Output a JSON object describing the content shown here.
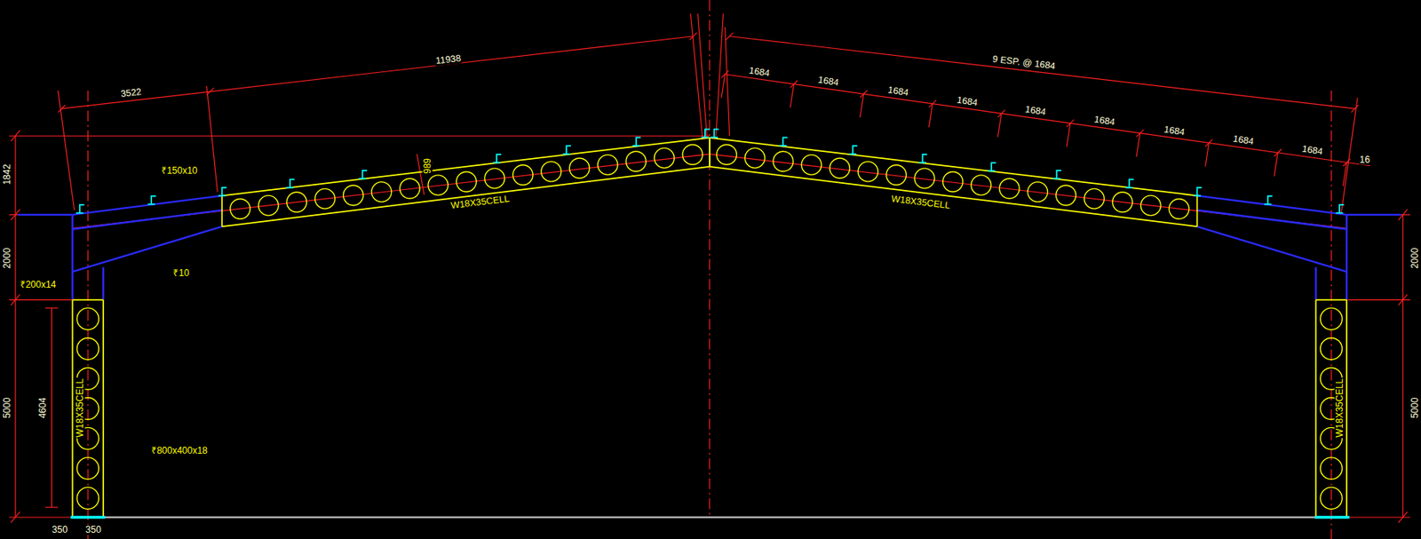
{
  "diagram": {
    "labels": [
      "11938",
      "3522",
      "1842",
      "2000",
      "5000",
      "4604",
      "W18X35CELL",
      "₹150x10",
      "₹200x14",
      "₹10",
      "₹800x400x18",
      "989",
      "W18X35CELL",
      "W18X35CELL",
      "9 ESP. @ 1684",
      "1684",
      "1684",
      "1684",
      "1684",
      "1684",
      "1684",
      "1684",
      "1684",
      "1684",
      "16",
      "2000",
      "5000",
      "W18X35CELL",
      "350",
      "350"
    ]
  }
}
